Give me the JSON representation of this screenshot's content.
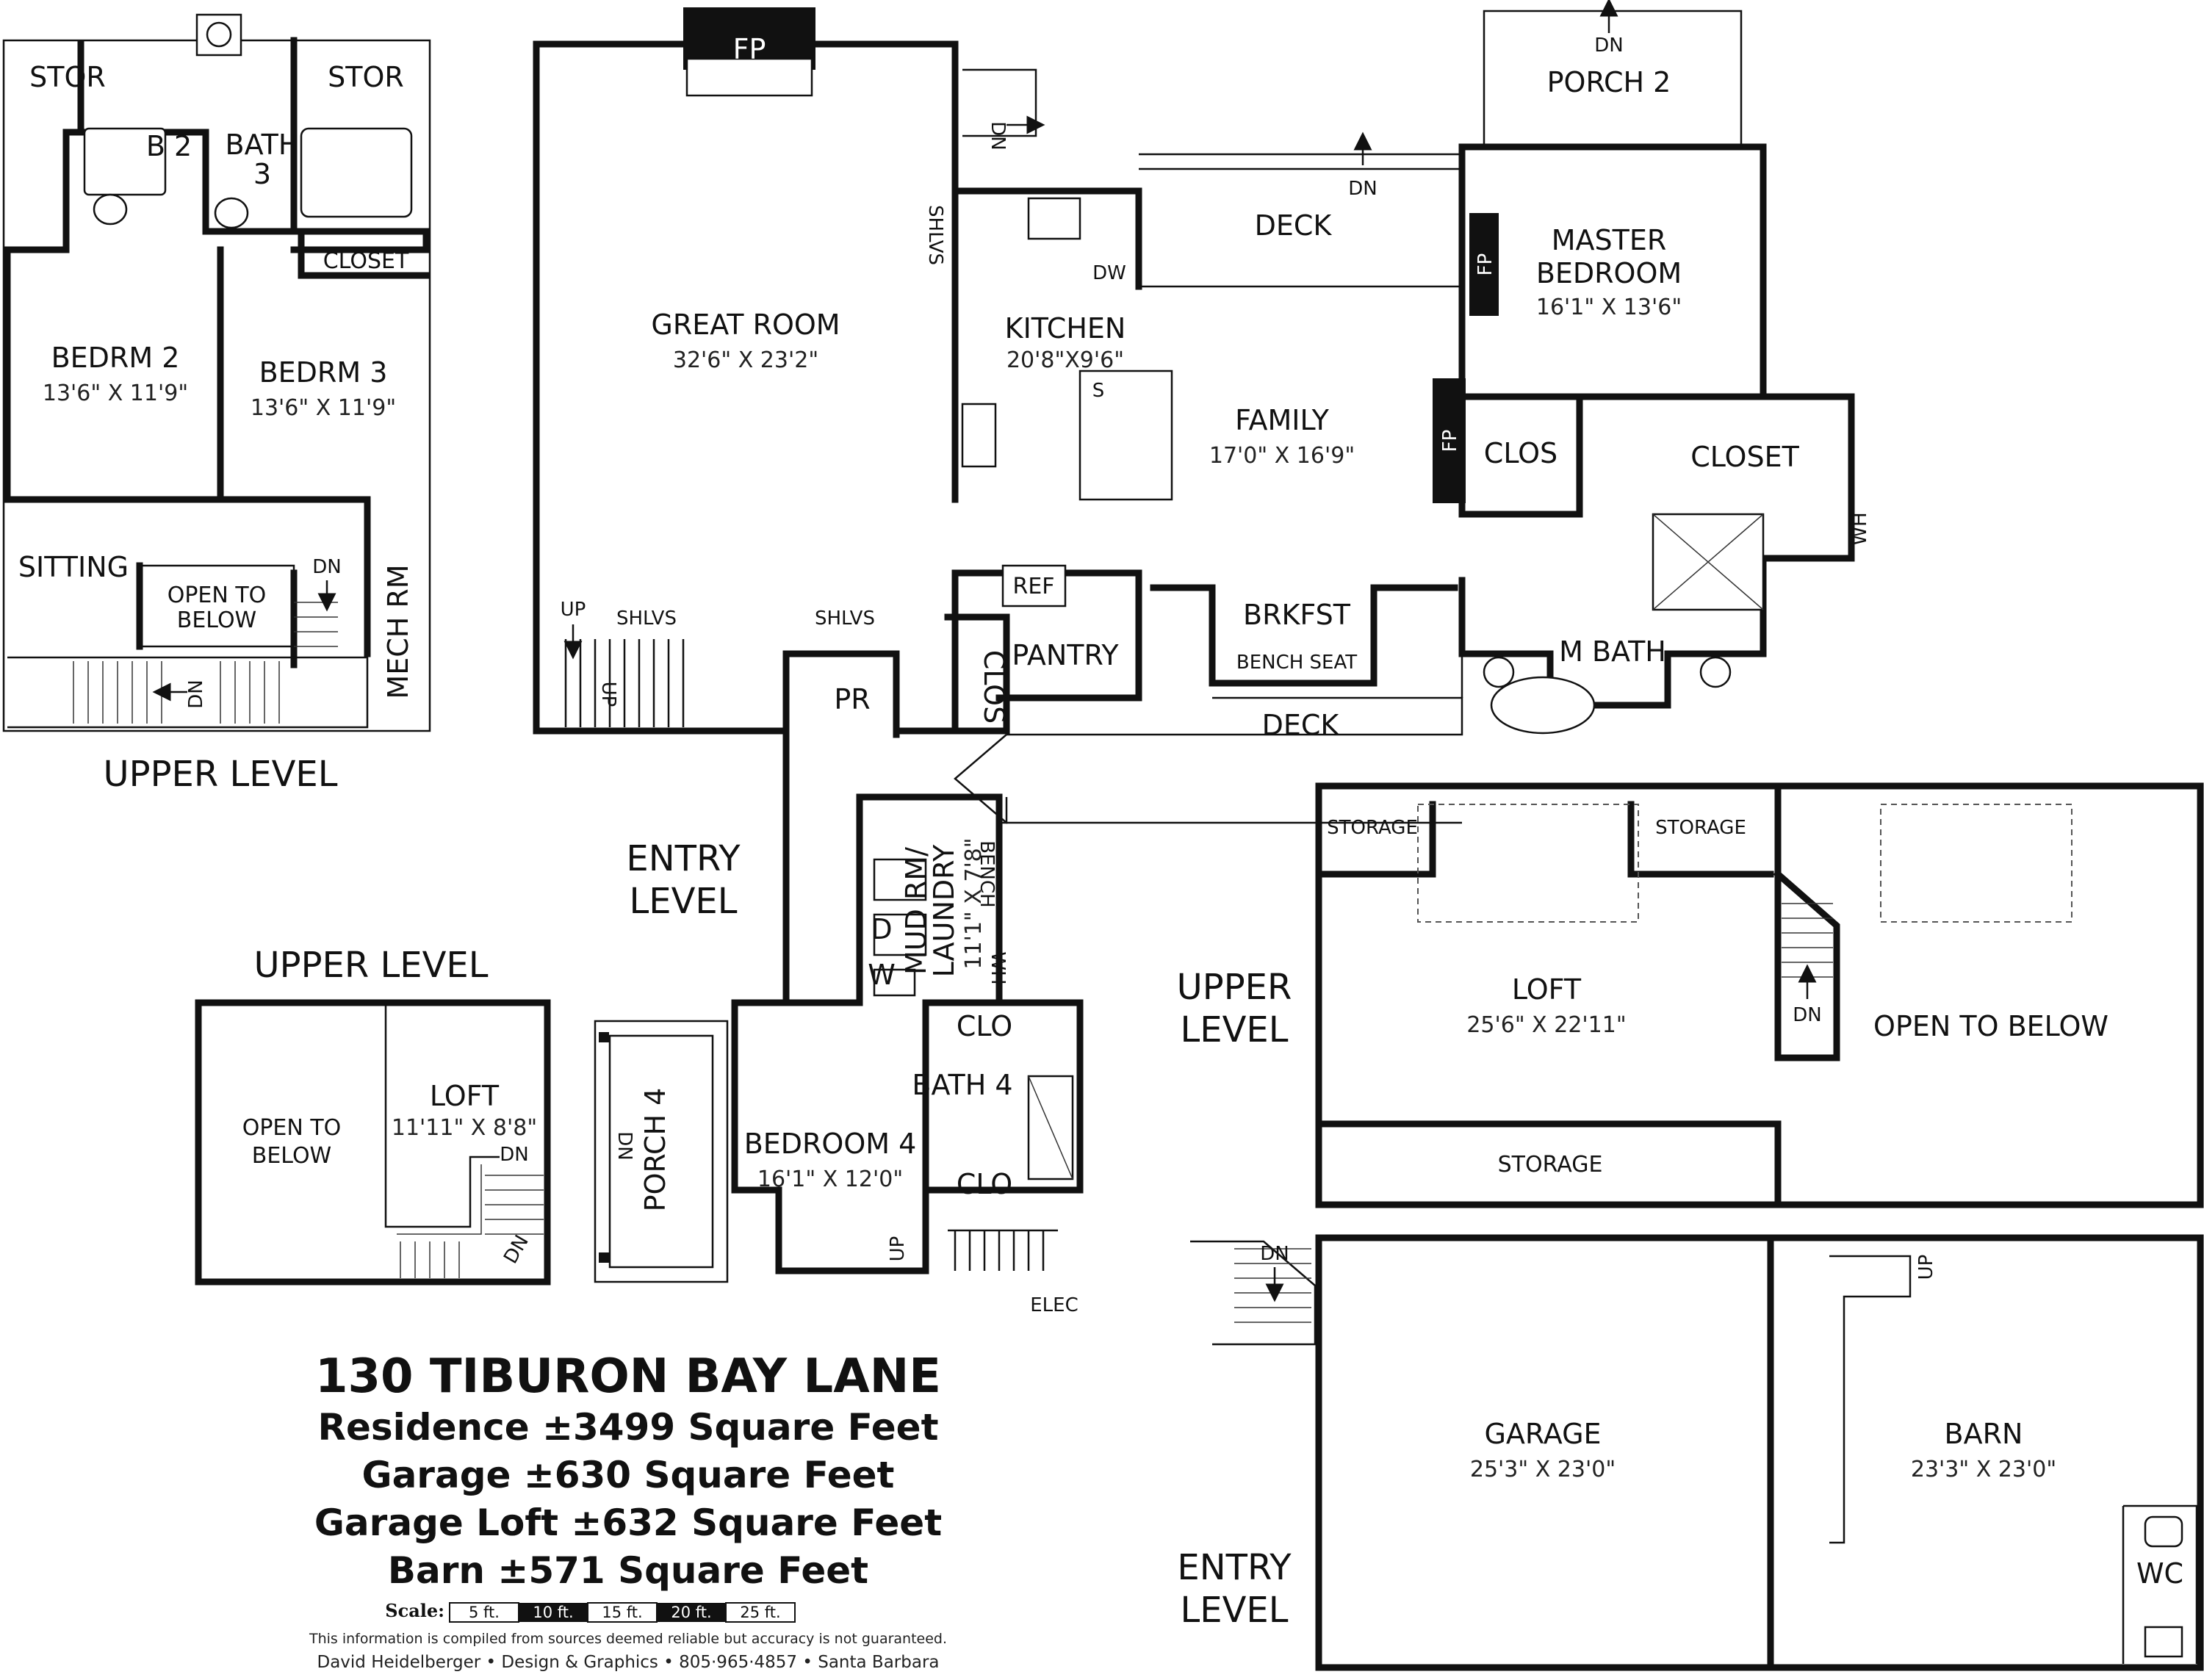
{
  "levels": {
    "upper_main": "UPPER LEVEL",
    "entry_main": [
      "ENTRY",
      "LEVEL"
    ],
    "upper_guest": "UPPER LEVEL",
    "upper_garage": [
      "UPPER",
      "LEVEL"
    ],
    "entry_garage": [
      "ENTRY",
      "LEVEL"
    ]
  },
  "upper_rooms": {
    "stor_left": "STOR",
    "stor_right": "STOR",
    "b2": "B 2",
    "bath3": [
      "BATH",
      "3"
    ],
    "closet": "CLOSET",
    "bedrm2": "BEDRM 2",
    "bedrm2_dim": "13'6\" X 11'9\"",
    "bedrm3": "BEDRM 3",
    "bedrm3_dim": "13'6\" X 11'9\"",
    "sitting": "SITTING",
    "open_below": [
      "OPEN TO",
      "BELOW"
    ],
    "mech": "MECH RM",
    "dn": "DN"
  },
  "entry_rooms": {
    "fp_top": "FP",
    "dn_top": "DN",
    "shlvs": "SHLVS",
    "great_room": "GREAT ROOM",
    "great_room_dim": "32'6\" X 23'2\"",
    "kitchen": "KITCHEN",
    "kitchen_dim": "20'8\"X9'6\"",
    "dw": "DW",
    "sink": "S",
    "deck_top": "DECK",
    "dn_deck": "DN",
    "porch2": "PORCH 2",
    "dn_porch2": "DN",
    "master": [
      "MASTER",
      "BEDROOM"
    ],
    "master_dim": "16'1\" X 13'6\"",
    "fp_master": "FP",
    "family": "FAMILY",
    "family_dim": "17'0\" X 16'9\"",
    "fp_family": "FP",
    "clos": "CLOS",
    "closet": "CLOSET",
    "wh": "WH",
    "ref": "REF",
    "pantry": "PANTRY",
    "brkfst": "BRKFST",
    "bench_seat": "BENCH SEAT",
    "m_bath": "M BATH",
    "deck_bottom": "DECK",
    "up": "UP",
    "shlvs_stair": "SHLVS",
    "shlvs_pr": "SHLVS",
    "up_stair": "UP",
    "pr": "PR",
    "clos_vert": "CLOS",
    "mud": [
      "MUD RM/",
      "LAUNDRY"
    ],
    "mud_dim": "11'1\" X 7'8\"",
    "bench": "BENCH",
    "d": "D",
    "w": "W",
    "wh_mud": "WH",
    "clo_top": "CLO",
    "bath4": "BATH 4",
    "bedroom4": "BEDROOM 4",
    "bedroom4_dim": "16'1\" X 12'0\"",
    "clo_bottom": "CLO",
    "up_b4": "UP",
    "elec": "ELEC",
    "porch4": "PORCH 4",
    "dn_porch4": "DN"
  },
  "guest_loft": {
    "open_below": [
      "OPEN TO",
      "BELOW"
    ],
    "loft": "LOFT",
    "loft_dim": "11'11\" X 8'8\"",
    "dn1": "DN",
    "dn2": "DN"
  },
  "garage_upper": {
    "storage_l": "STORAGE",
    "storage_r": "STORAGE",
    "loft": "LOFT",
    "loft_dim": "25'6\" X 22'11\"",
    "dn": "DN",
    "open_below": "OPEN TO BELOW",
    "storage_b": "STORAGE"
  },
  "garage_entry": {
    "dn": "DN",
    "garage": "GARAGE",
    "garage_dim": "25'3\" X 23'0\"",
    "up": "UP",
    "barn": "BARN",
    "barn_dim": "23'3\" X 23'0\"",
    "wc": "WC"
  },
  "title": {
    "address": "130 TIBURON BAY LANE",
    "line1": "Residence ±3499 Square Feet",
    "line2": "Garage ±630 Square Feet",
    "line3": "Garage Loft ±632 Square Feet",
    "line4": "Barn ±571 Square Feet"
  },
  "scale": {
    "label": "Scale:",
    "ticks": [
      "5 ft.",
      "10 ft.",
      "15 ft.",
      "20 ft.",
      "25 ft."
    ]
  },
  "disclaimer": "This information is compiled from sources deemed reliable but accuracy is not guaranteed.",
  "credit": "David Heidelberger • Design & Graphics • 805·965·4857 • Santa Barbara"
}
